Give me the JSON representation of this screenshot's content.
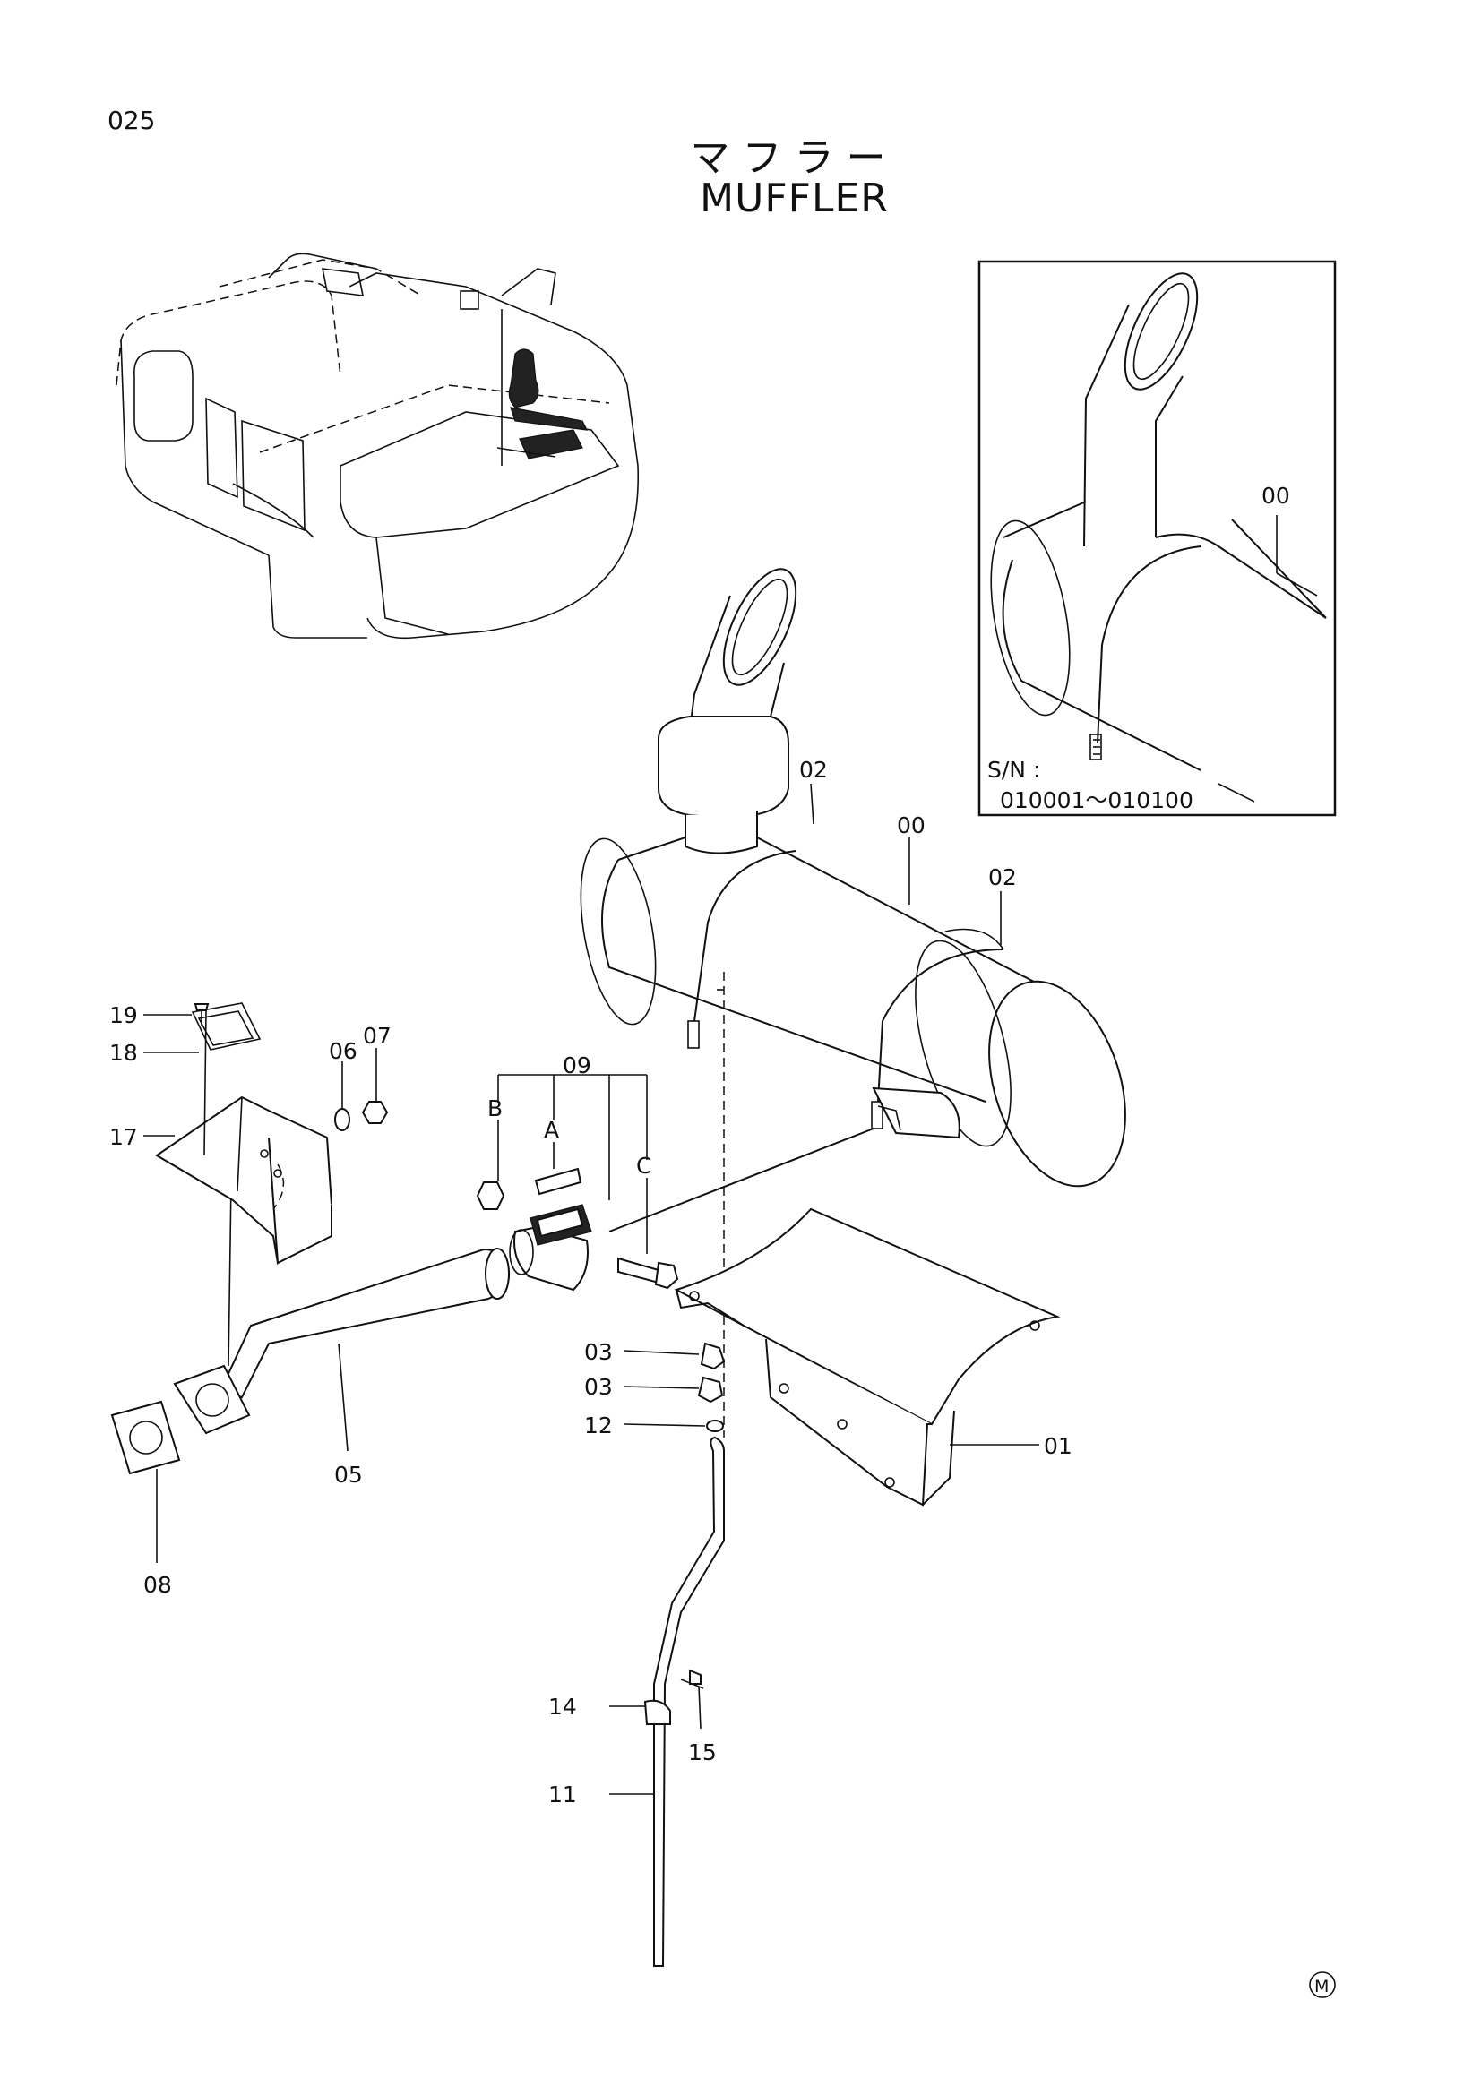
{
  "header": {
    "page_code": "025",
    "title_jp": "マフラー",
    "title_en": "MUFFLER"
  },
  "inset": {
    "sn_label": "S/N :",
    "sn_range": "010001～010100",
    "callout": "00"
  },
  "callouts": {
    "c00": "00",
    "c01": "01",
    "c02a": "02",
    "c02b": "02",
    "c03a": "03",
    "c03b": "03",
    "c05": "05",
    "c06": "06",
    "c07": "07",
    "c08": "08",
    "c09": "09",
    "c11": "11",
    "c12": "12",
    "c14": "14",
    "c15": "15",
    "c17": "17",
    "c18": "18",
    "c19": "19",
    "cA": "A",
    "cB": "B",
    "cC": "C"
  },
  "footer": {
    "mark": "M"
  }
}
